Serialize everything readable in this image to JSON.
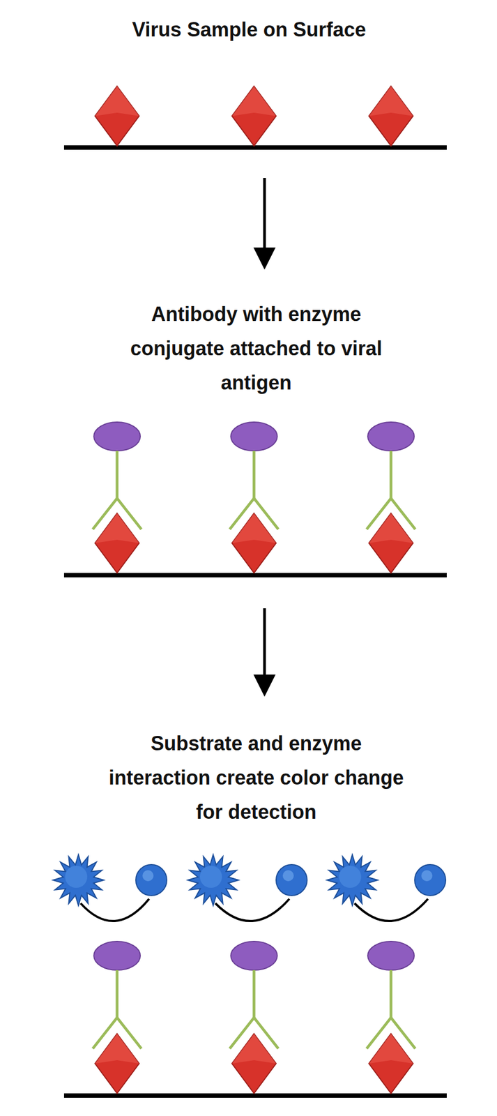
{
  "diagram": {
    "labels": [
      "Virus Sample on Surface",
      "Antibody with enzyme conjugate attached to viral antigen",
      "Substrate and enzyme interaction create color change for detection"
    ]
  }
}
